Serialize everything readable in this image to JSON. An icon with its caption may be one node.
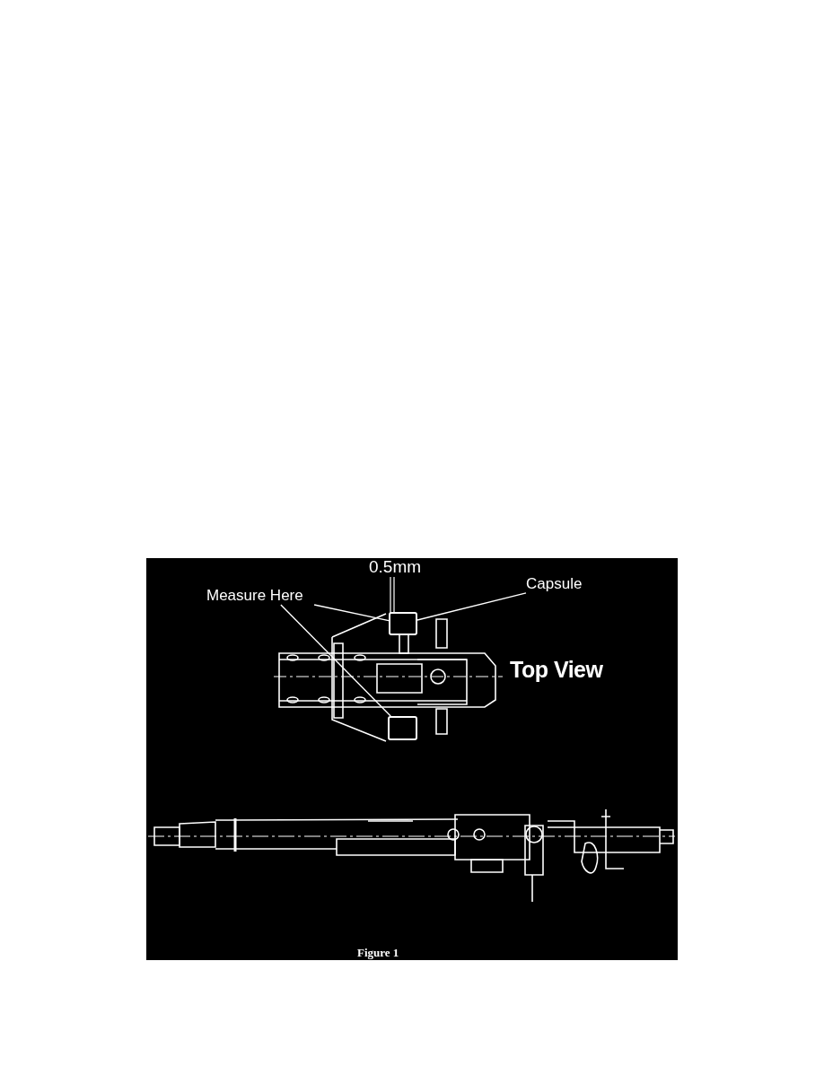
{
  "diagram": {
    "caption": "Figure 1",
    "nodes": [
      {
        "text": [
          "Measure Here"
        ]
      },
      {
        "text": [
          "Capsule"
        ]
      },
      {
        "text": [],
        "shape": "box"
      },
      {
        "text": [],
        "shape": "box"
      }
    ],
    "edges": [
      {
        "from": 0,
        "to": 2,
        "arrow": "none"
      },
      {
        "from": 0,
        "to": 3,
        "arrow": "none"
      },
      {
        "from": 1,
        "to": 2,
        "arrow": "none"
      }
    ],
    "labels": [
      "0.5mm",
      "Top View"
    ]
  }
}
